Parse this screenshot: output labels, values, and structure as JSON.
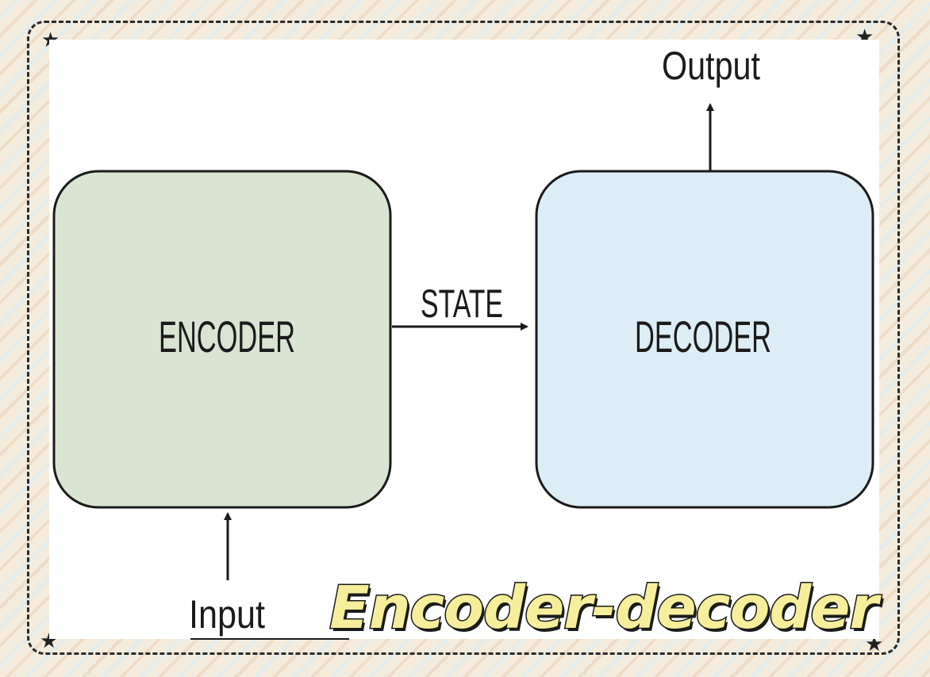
{
  "diagram": {
    "nodes": {
      "encoder": {
        "label": "ENCODER",
        "fill": "#d9e5d2"
      },
      "decoder": {
        "label": "DECODER",
        "fill": "#dcedf6"
      }
    },
    "edges": {
      "state": {
        "label": "STATE"
      },
      "input": {
        "label": "Input"
      },
      "output": {
        "label": "Output"
      }
    }
  },
  "caption": {
    "text": "Encoder-decoder",
    "color": "#f6ee9a"
  }
}
